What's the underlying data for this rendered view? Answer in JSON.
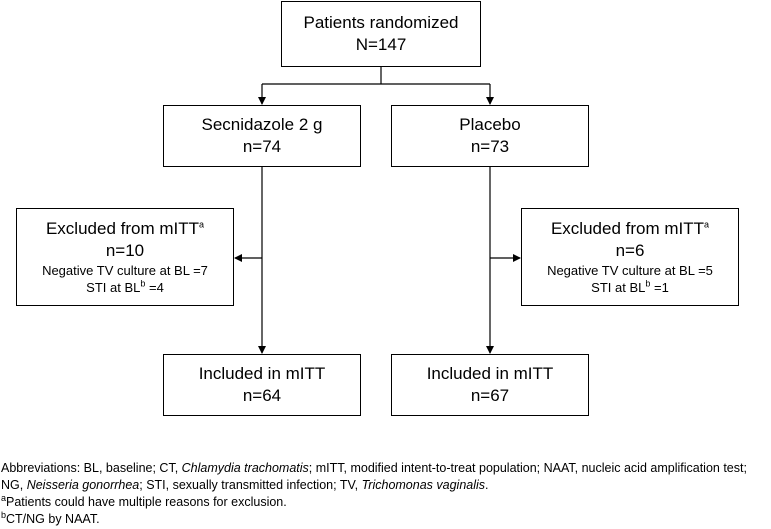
{
  "randomized": {
    "title": "Patients randomized",
    "n": "N=147"
  },
  "arms": {
    "secnidazole": {
      "title": "Secnidazole 2 g",
      "n": "n=74"
    },
    "placebo": {
      "title": "Placebo",
      "n": "n=73"
    }
  },
  "excluded": {
    "left": {
      "title": "Excluded from mITT",
      "sup": "a",
      "n": "n=10",
      "reason1": "Negative TV culture at BL =7",
      "reason2_pre": "STI at BL",
      "reason2_sup": "b",
      "reason2_post": " =4"
    },
    "right": {
      "title": "Excluded from mITT",
      "sup": "a",
      "n": "n=6",
      "reason1": "Negative TV culture at BL =5",
      "reason2_pre": "STI at BL",
      "reason2_sup": "b",
      "reason2_post": " =1"
    }
  },
  "included": {
    "left": {
      "title": "Included in mITT",
      "n": "n=64"
    },
    "right": {
      "title": "Included in mITT",
      "n": "n=67"
    }
  },
  "footnotes": {
    "abbrev_1": "Abbreviations: BL, baseline; CT, ",
    "abbrev_ct": "Chlamydia trachomatis",
    "abbrev_2": "; mITT, modified intent-to-treat population; NAAT, nucleic acid amplification test; NG, ",
    "abbrev_ng": "Neisseria gonorrhea",
    "abbrev_3": "; STI, sexually transmitted infection; TV, ",
    "abbrev_tv": "Trichomonas vaginalis",
    "abbrev_4": ".",
    "note_a_sup": "a",
    "note_a": "Patients could have multiple reasons for exclusion.",
    "note_b_sup": "b",
    "note_b": "CT/NG by NAAT."
  }
}
